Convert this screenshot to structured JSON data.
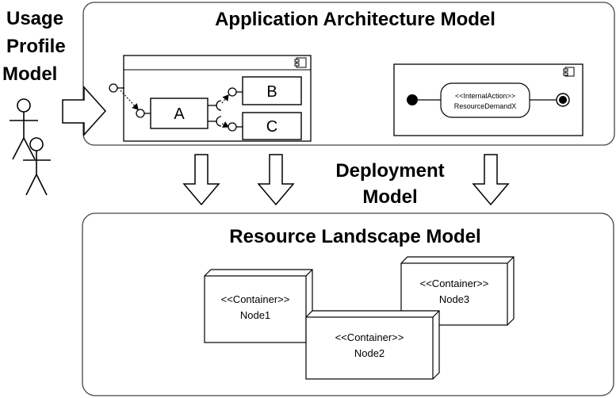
{
  "usage_profile": {
    "line1": "Usage",
    "line2": "Profile",
    "line3": "Model"
  },
  "application_architecture": {
    "title": "Application Architecture Model",
    "components": {
      "a": "A",
      "b": "B",
      "c": "C"
    },
    "internal_action": {
      "stereotype": "<<InternalAction>>",
      "name": "ResourceDemandX"
    }
  },
  "deployment": {
    "line1": "Deployment",
    "line2": "Model"
  },
  "resource_landscape": {
    "title": "Resource Landscape Model",
    "nodes": [
      {
        "stereotype": "<<Container>>",
        "name": "Node1"
      },
      {
        "stereotype": "<<Container>>",
        "name": "Node2"
      },
      {
        "stereotype": "<<Container>>",
        "name": "Node3"
      }
    ]
  },
  "colors": {
    "stroke": "#000000",
    "panel_stroke": "#444444",
    "background": "#ffffff"
  }
}
